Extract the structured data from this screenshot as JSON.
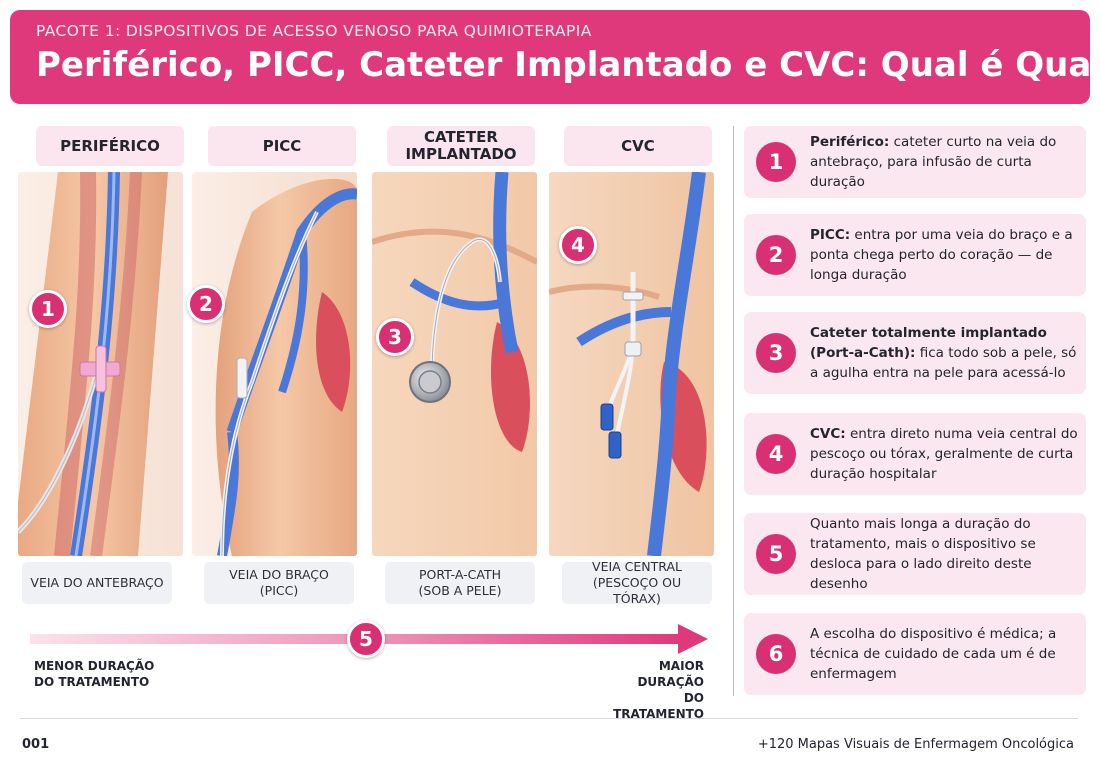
{
  "header": {
    "subtitle": "PACOTE 1: DISPOSITIVOS DE ACESSO VENOSO PARA QUIMIOTERAPIA",
    "title": "Periférico, PICC, Cateter Implantado e CVC: Qual é Qual"
  },
  "panels": [
    {
      "label": "PERIFÉRICO",
      "caption": "VEIA DO ANTEBRAÇO",
      "badge": "1"
    },
    {
      "label": "PICC",
      "caption": "VEIA DO BRAÇO\n(PICC)",
      "badge": "2"
    },
    {
      "label": "CATETER\nIMPLANTADO",
      "caption": "PORT-A-CATH\n(SOB A PELE)",
      "badge": "3"
    },
    {
      "label": "CVC",
      "caption": "VEIA CENTRAL\n(PESCOÇO OU TÓRAX)",
      "badge": "4"
    }
  ],
  "scale": {
    "badge": "5",
    "left_label": "MENOR DURAÇÃO\nDO TRATAMENTO",
    "right_label": "MAIOR DURAÇÃO\nDO TRATAMENTO"
  },
  "notes": [
    {
      "num": "1",
      "bold": "Periférico:",
      "text": " cateter curto na veia do antebraço, para infusão de curta duração"
    },
    {
      "num": "2",
      "bold": "PICC:",
      "text": " entra por uma veia do braço e a ponta chega perto do coração — de longa duração"
    },
    {
      "num": "3",
      "bold": "Cateter totalmente implantado (Port-a-Cath):",
      "text": " fica todo sob a pele, só a agulha entra na pele para acessá-lo"
    },
    {
      "num": "4",
      "bold": "CVC:",
      "text": " entra direto numa veia central do pescoço ou tórax, geralmente de curta duração hospitalar"
    },
    {
      "num": "5",
      "bold": "",
      "text": "Quanto mais longa a duração do tratamento, mais o dispositivo se desloca para o lado direito deste desenho"
    },
    {
      "num": "6",
      "bold": "",
      "text": "A escolha do dispositivo é médica; a técnica de cuidado de cada um é de enfermagem"
    }
  ],
  "footer": {
    "page": "001",
    "brand": "+120 Mapas Visuais de Enfermagem Oncológica"
  },
  "colors": {
    "accent": "#e0397b",
    "badge": "#d92f73",
    "note_bg": "#fbe7ef",
    "vein": "#4a78d8",
    "skin": "#f2c39c",
    "heart": "#d9505c"
  }
}
